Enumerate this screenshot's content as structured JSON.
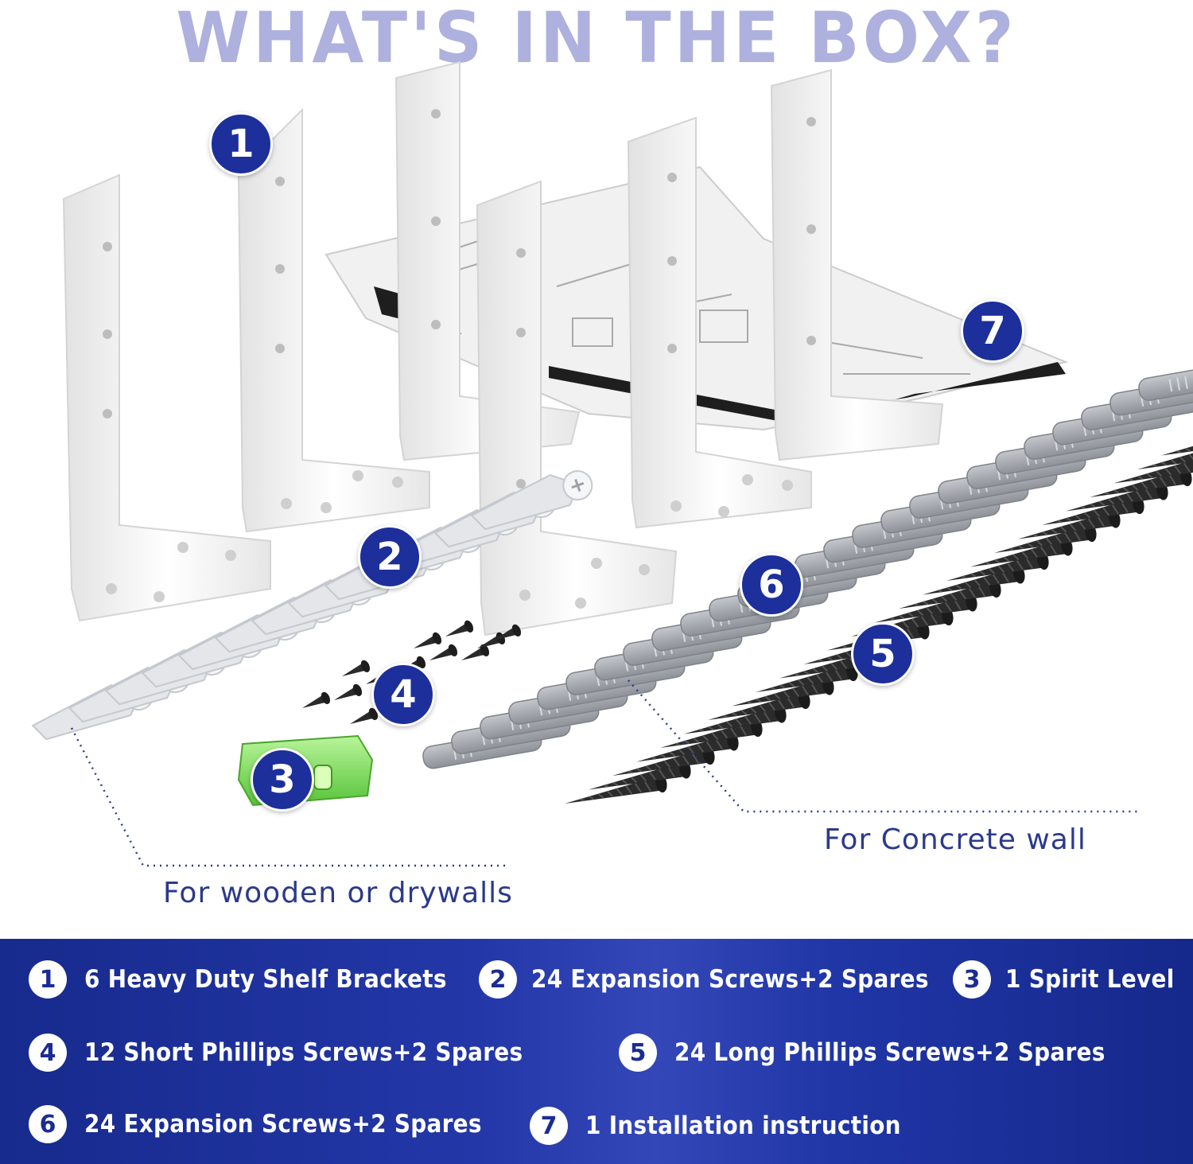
{
  "title": "WHAT'S IN THE BOX?",
  "notes": {
    "wood": "For wooden or drywalls",
    "concrete": "For Concrete wall"
  },
  "callouts": [
    "1",
    "2",
    "3",
    "4",
    "5",
    "6",
    "7"
  ],
  "legend": [
    {
      "num": "1",
      "text": "6 Heavy Duty Shelf Brackets"
    },
    {
      "num": "2",
      "text": "24 Expansion Screws+2 Spares"
    },
    {
      "num": "3",
      "text": "1 Spirit Level"
    },
    {
      "num": "4",
      "text": "12 Short Phillips Screws+2 Spares"
    },
    {
      "num": "5",
      "text": "24 Long Phillips Screws+2 Spares"
    },
    {
      "num": "6",
      "text": "24 Expansion Screws+2 Spares"
    },
    {
      "num": "7",
      "text": "1 Installation instruction"
    }
  ],
  "colors": {
    "title": "#aeb0de",
    "accent": "#1c2f9b",
    "panel": "#1f33a3",
    "bracket": "#f4f4f4",
    "anchor_gray": "#9a9ea6",
    "screw_black": "#2a2a2a",
    "level_green": "#7ed957"
  },
  "icons": [
    "shelf-bracket-icon",
    "drywall-anchor-icon",
    "spirit-level-icon",
    "short-screw-icon",
    "long-screw-icon",
    "plastic-anchor-icon",
    "instruction-sheet-icon"
  ]
}
